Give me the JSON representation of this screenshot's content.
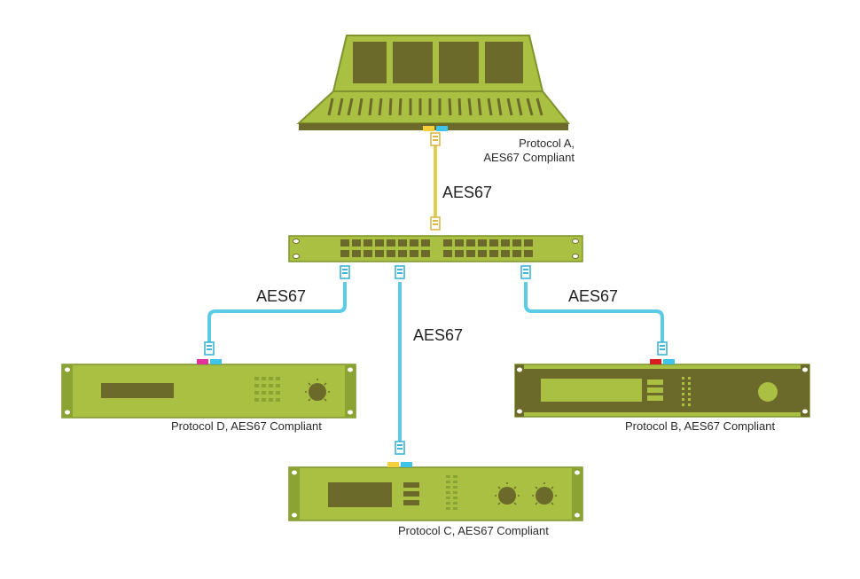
{
  "colors": {
    "device_body": "#a9c043",
    "device_dark": "#6b6a2a",
    "device_edge": "#8ba332",
    "cable_yellow": "#f0cf4a",
    "cable_blue": "#5ccbe6",
    "port_yellow": "#f5cf3c",
    "port_blue": "#3fc3e8",
    "port_magenta": "#e0329a",
    "port_red": "#d42020"
  },
  "devices": {
    "console": {
      "label_line1": "Protocol A,",
      "label_line2": "AES67 Compliant"
    },
    "switch": {},
    "device_d": {
      "label": "Protocol D, AES67 Compliant"
    },
    "device_b": {
      "label": "Protocol B, AES67 Compliant"
    },
    "device_c": {
      "label": "Protocol C, AES67 Compliant"
    }
  },
  "cables": {
    "a_to_switch": {
      "label": "AES67"
    },
    "switch_to_d": {
      "label": "AES67"
    },
    "switch_to_c": {
      "label": "AES67"
    },
    "switch_to_b": {
      "label": "AES67"
    }
  }
}
